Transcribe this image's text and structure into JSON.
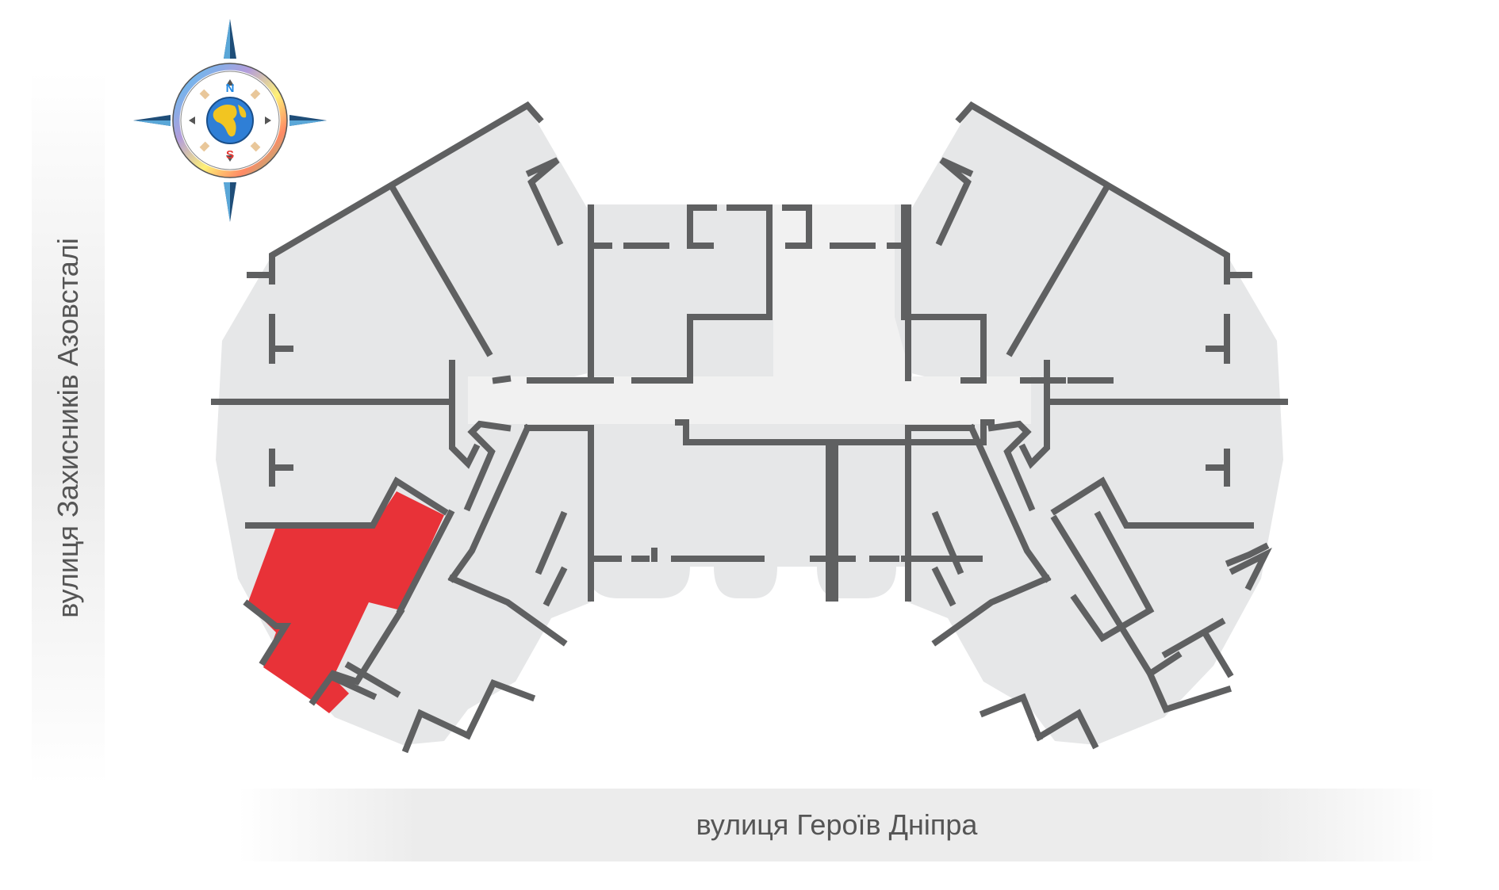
{
  "streets": {
    "left": "вулиця Захисників Азовсталі",
    "bottom": "вулиця Героїв Дніпра"
  },
  "compass": {
    "north": "N",
    "south": "S"
  },
  "plan": {
    "selected_unit": "apartment-left-bottom",
    "colors": {
      "floor": "#e6e7e8",
      "corridor": "#f1f1f1",
      "wall": "#5f6061",
      "selected": "#e83238",
      "street_band": "#ececec",
      "text": "#555555"
    }
  }
}
